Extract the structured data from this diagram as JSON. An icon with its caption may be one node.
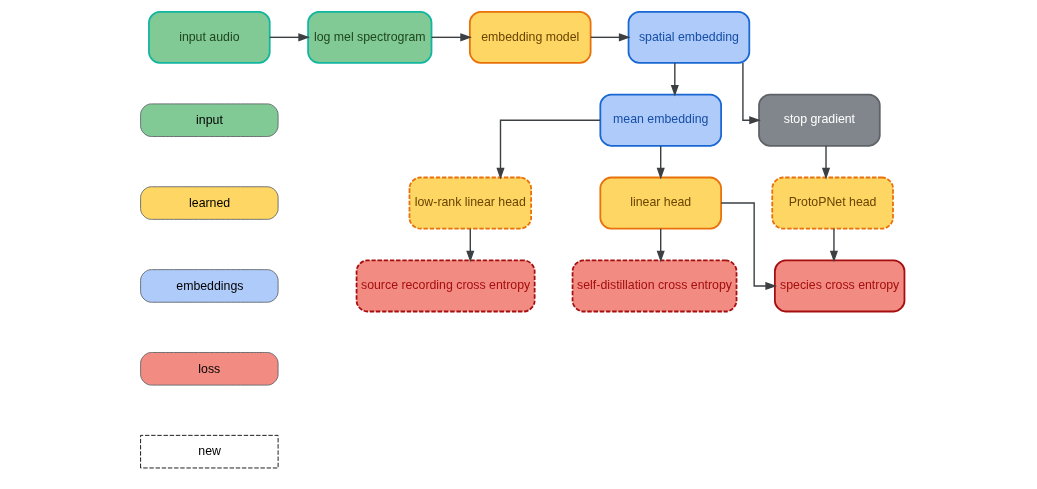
{
  "diagram": {
    "nodes": [
      {
        "text": [
          "input audio"
        ]
      },
      {
        "text": [
          "log mel spectrogram"
        ]
      },
      {
        "text": [
          "embedding model"
        ]
      },
      {
        "text": [
          "spatial embedding"
        ]
      },
      {
        "text": [
          "mean embedding"
        ]
      },
      {
        "text": [
          "stop gradient"
        ]
      },
      {
        "text": [
          "low-rank linear head"
        ]
      },
      {
        "text": [
          "linear head"
        ]
      },
      {
        "text": [
          "ProtoPNet head"
        ]
      },
      {
        "text": [
          "source recording cross entropy"
        ]
      },
      {
        "text": [
          "species cross entropy"
        ]
      },
      {
        "text": [
          "self-distillation cross entropy"
        ]
      }
    ],
    "edges": [
      {
        "from": 0,
        "to": 1,
        "arrow": "to"
      },
      {
        "from": 1,
        "to": 2,
        "arrow": "to"
      },
      {
        "from": 2,
        "to": 3,
        "arrow": "to"
      },
      {
        "from": 3,
        "to": 4,
        "arrow": "to"
      },
      {
        "from": 3,
        "to": 5,
        "arrow": "to"
      },
      {
        "from": 4,
        "to": 6,
        "arrow": "to"
      },
      {
        "from": 4,
        "to": 7,
        "arrow": "to"
      },
      {
        "from": 5,
        "to": 8,
        "arrow": "to"
      },
      {
        "from": 6,
        "to": 9,
        "arrow": "to"
      },
      {
        "from": 7,
        "to": 10,
        "arrow": "to"
      },
      {
        "from": 7,
        "to": 11,
        "arrow": "to"
      },
      {
        "from": 8,
        "to": 10,
        "arrow": "to"
      }
    ],
    "legend": [
      {
        "text": "input",
        "color": "#81c995"
      },
      {
        "text": "learned",
        "color": "#fdd663"
      },
      {
        "text": "embeddings",
        "color": "#aecbfa"
      },
      {
        "text": "loss",
        "color": "#f28b82"
      },
      {
        "text": "new"
      }
    ]
  }
}
